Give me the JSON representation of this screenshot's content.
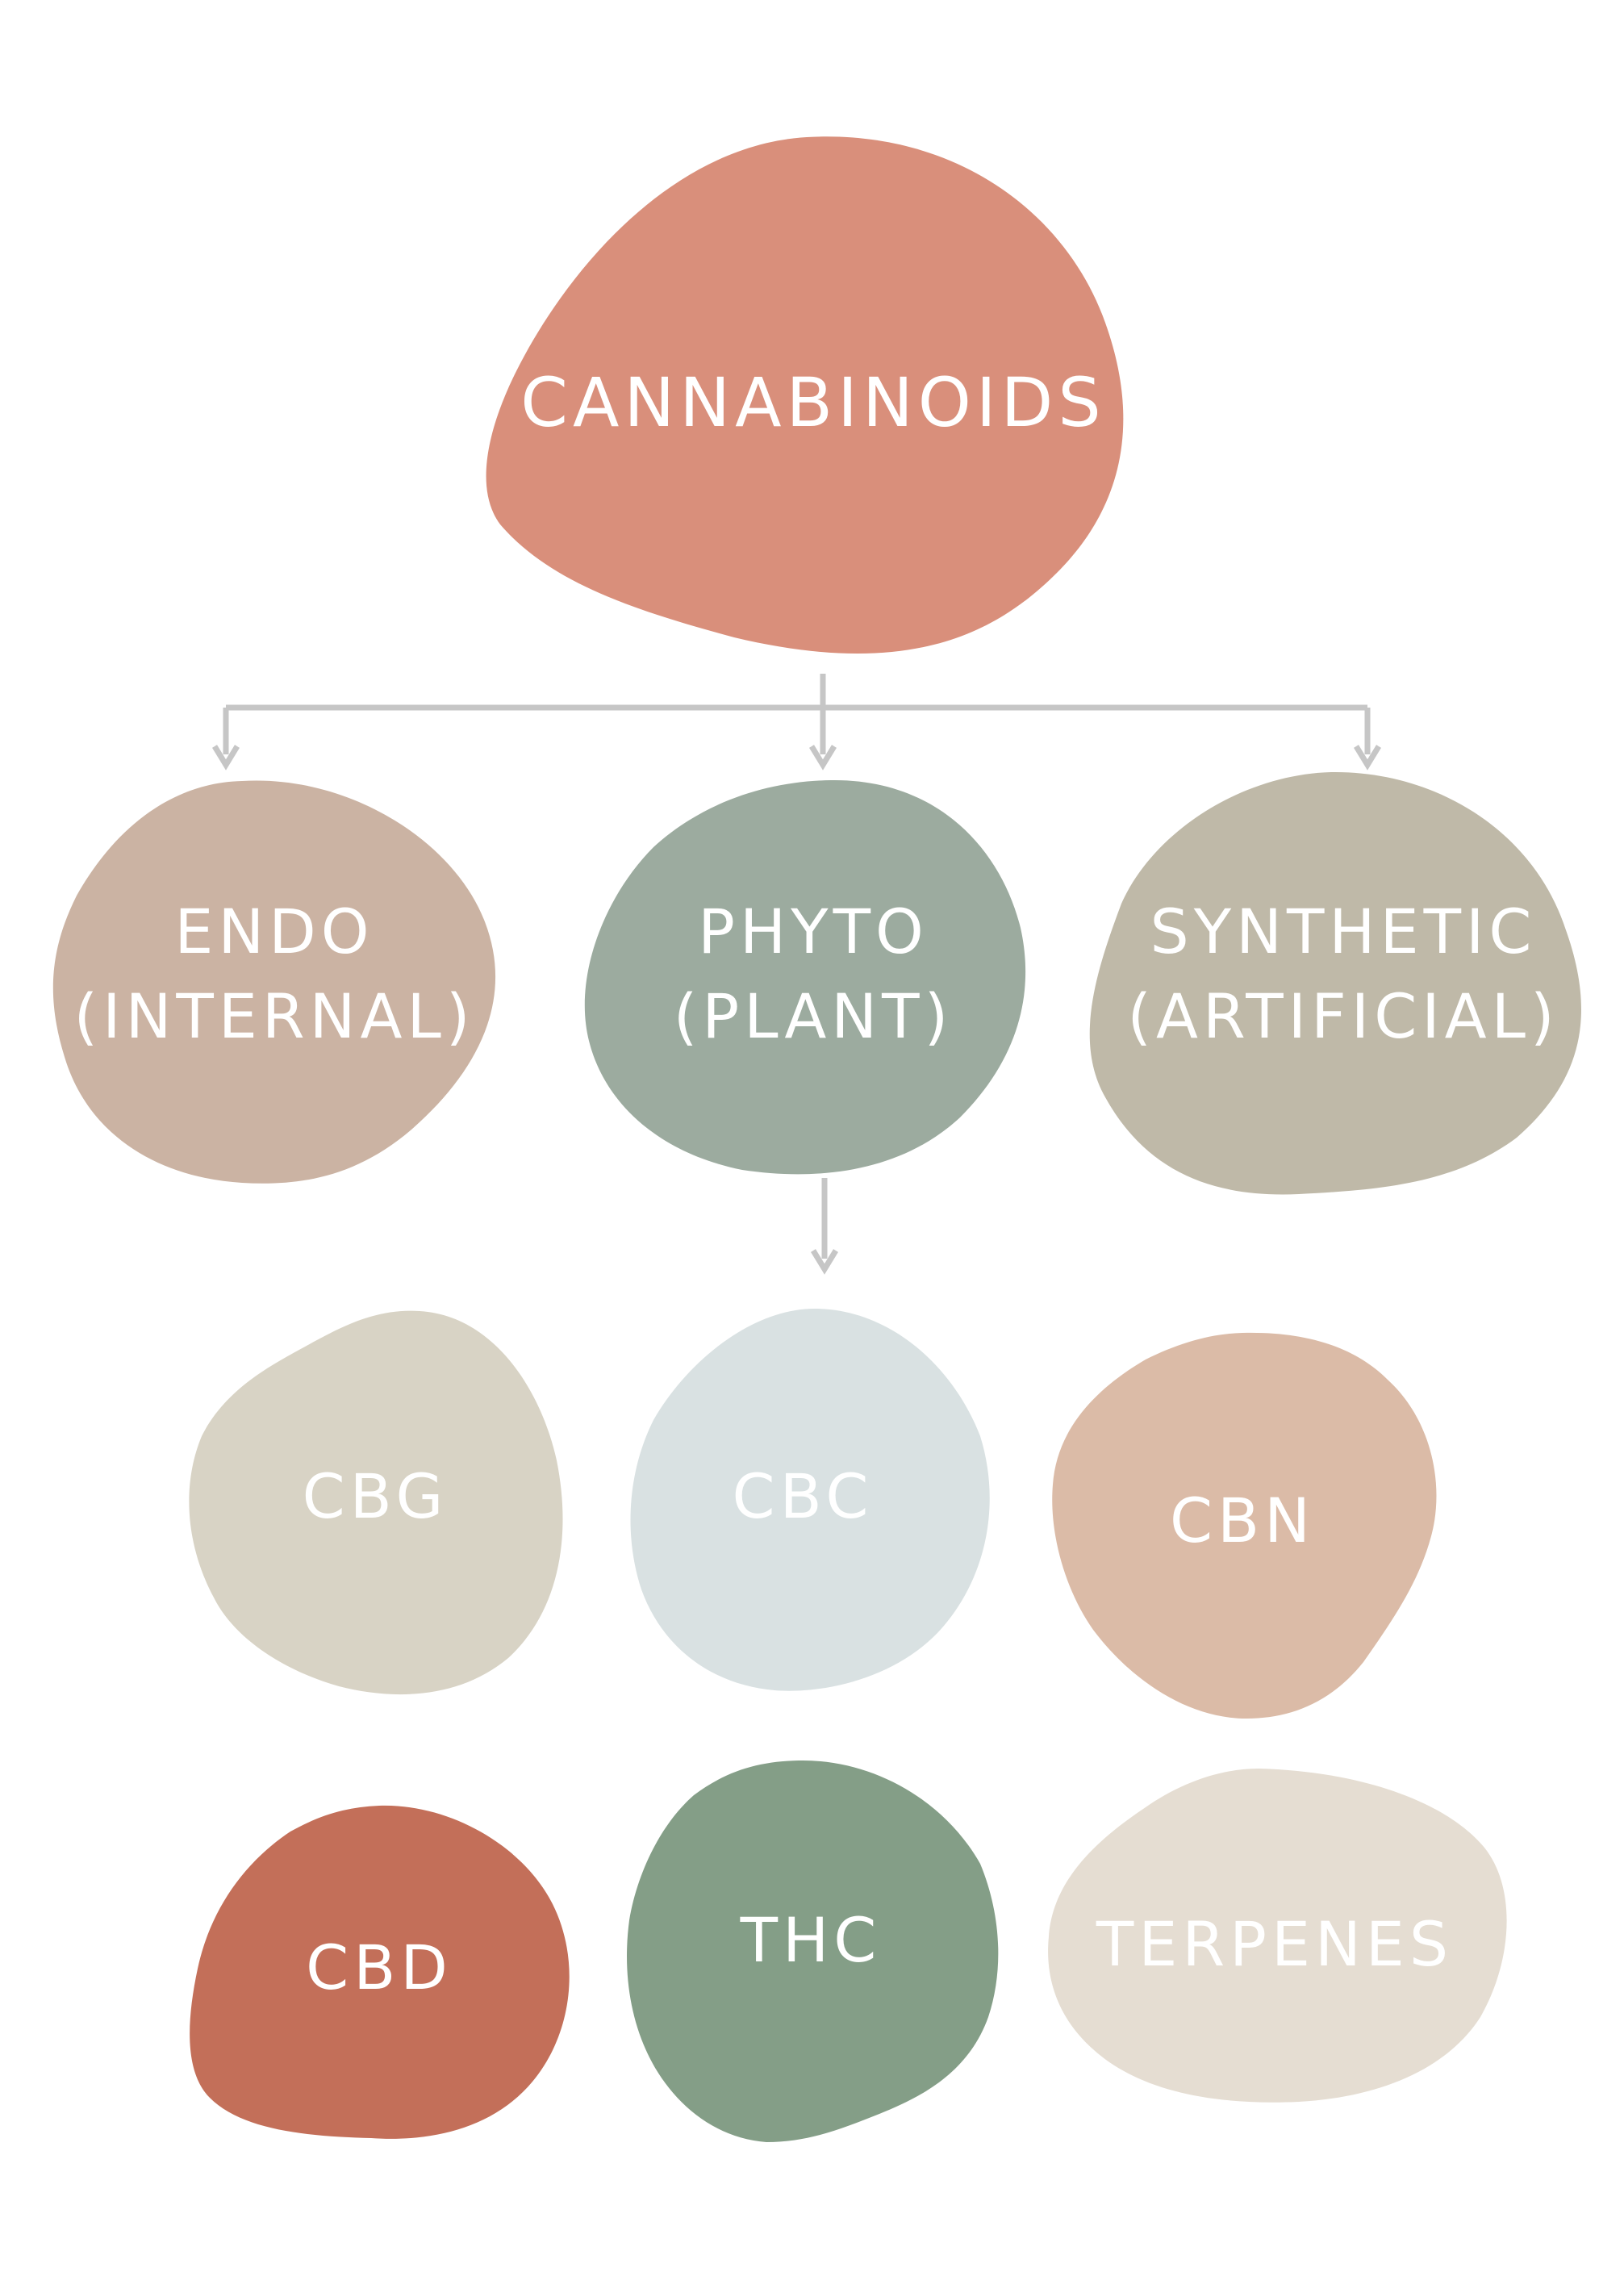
{
  "diagram": {
    "root": {
      "label": "CANNABINOIDS",
      "color": "#d98f7b"
    },
    "categories": [
      {
        "lines": [
          "ENDO",
          "(INTERNAL)"
        ],
        "color": "#cbb3a3"
      },
      {
        "lines": [
          "PHYTO",
          "(PLANT)"
        ],
        "color": "#9cab9f"
      },
      {
        "lines": [
          "SYNTHETIC",
          "(ARTIFICIAL)"
        ],
        "color": "#bfb9a8"
      }
    ],
    "compounds": [
      {
        "label": "CBG",
        "color": "#d8d3c5"
      },
      {
        "label": "CBC",
        "color": "#d9e1e2"
      },
      {
        "label": "CBN",
        "color": "#dbbba7"
      },
      {
        "label": "CBD",
        "color": "#c36f59"
      },
      {
        "label": "THC",
        "color": "#849e87"
      },
      {
        "label": "TERPENES",
        "color": "#e5ddd2"
      }
    ],
    "connector_color": "#c6c6c6"
  }
}
